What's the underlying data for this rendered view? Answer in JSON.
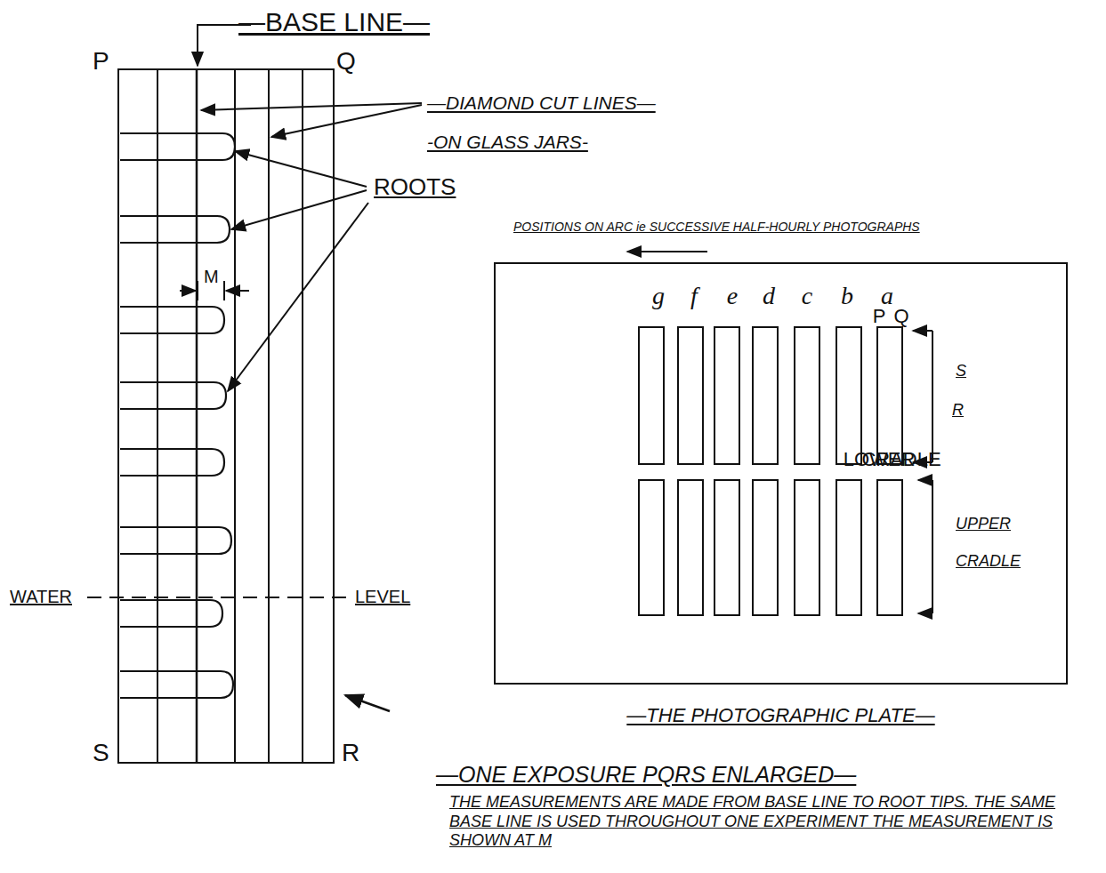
{
  "diagram": {
    "nodes": [
      {
        "text": [
          "—THE PHOTOGRAPHIC PLATE—"
        ]
      }
    ],
    "labels": [
      "—BASE LINE—",
      "P",
      "Q",
      "—DIAMOND CUT LINES—",
      "-ON GLASS JARS-",
      "ROOTS",
      "M",
      "WATER",
      "LEVEL",
      "S",
      "R",
      "POSITIONS ON ARC ie SUCCESSIVE HALF-HOURLY PHOTOGRAPHS",
      "g",
      "f",
      "e",
      "d",
      "c",
      "b",
      "a",
      "P",
      "Q",
      "LOWER",
      "CRADLE",
      "S",
      "R",
      "UPPER",
      "CRADLE",
      "—ONE EXPOSURE PQRS ENLARGED—",
      "THE MEASUREMENTS ARE MADE FROM BASE LINE TO ROOT TIPS. THE SAME BASE LINE IS USED THROUGHOUT ONE EXPERIMENT THE MEASUREMENT IS SHOWN AT M"
    ]
  }
}
